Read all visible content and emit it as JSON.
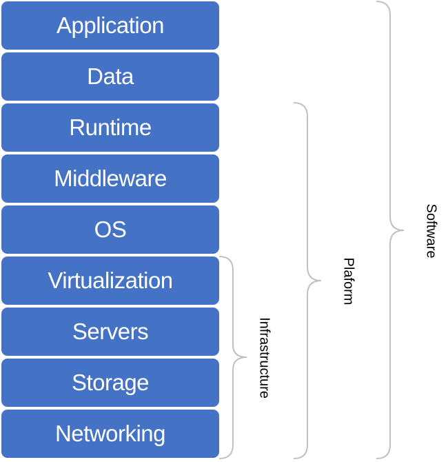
{
  "layers": [
    {
      "label": "Application"
    },
    {
      "label": "Data"
    },
    {
      "label": "Runtime"
    },
    {
      "label": "Middleware"
    },
    {
      "label": "OS"
    },
    {
      "label": "Virtualization"
    },
    {
      "label": "Servers"
    },
    {
      "label": "Storage"
    },
    {
      "label": "Networking"
    }
  ],
  "groups": {
    "infrastructure": {
      "label": "Infrastructure"
    },
    "platform": {
      "label": "Plaform"
    },
    "software": {
      "label": "Software"
    }
  },
  "colors": {
    "layer_fill": "#4472c4",
    "layer_text": "#ffffff",
    "bracket": "#c0c0c0"
  }
}
